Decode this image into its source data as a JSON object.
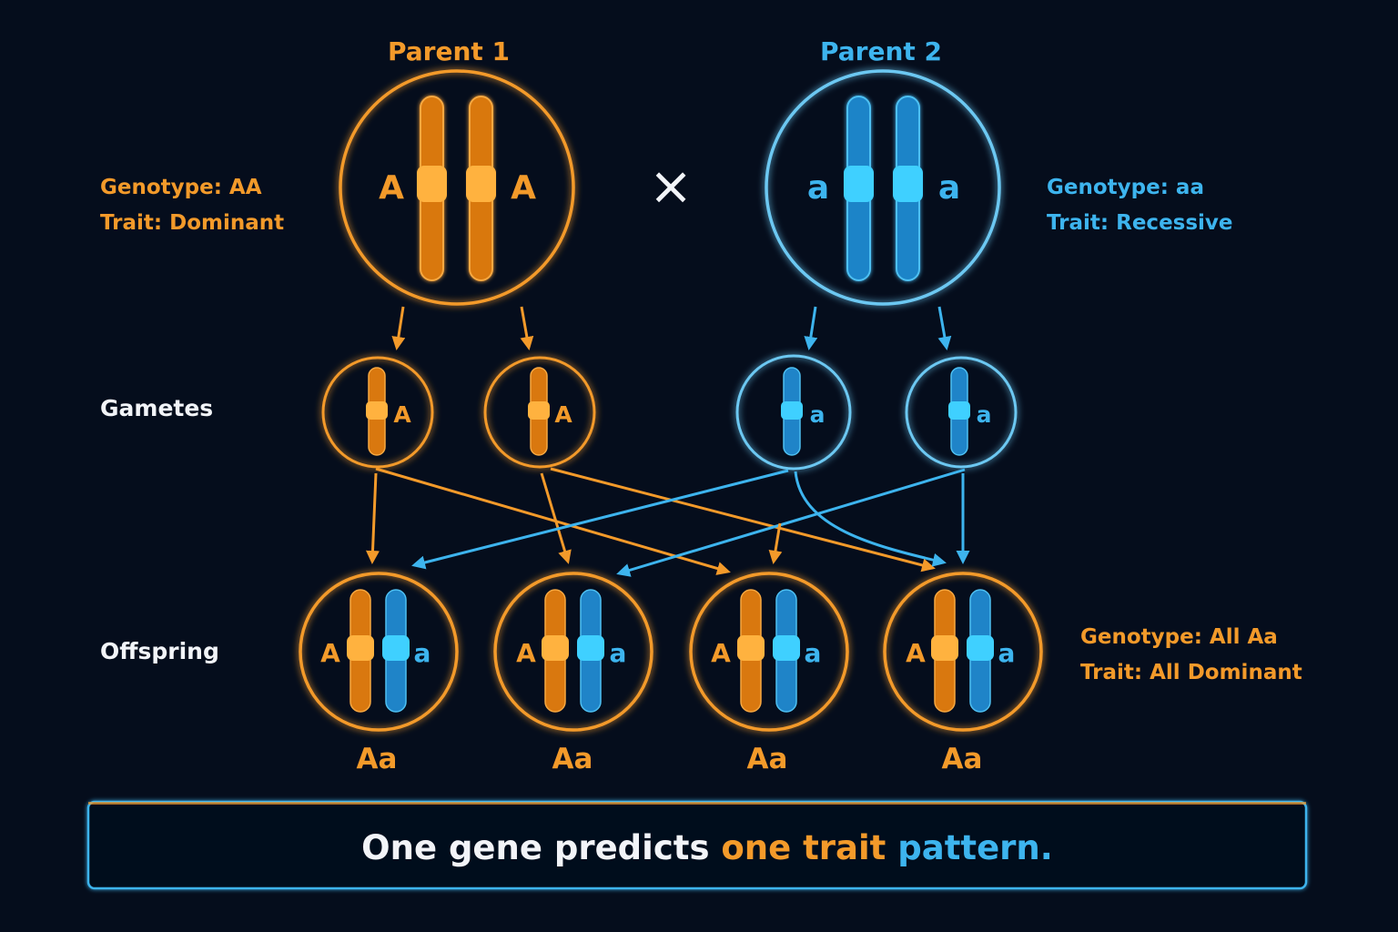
{
  "colors": {
    "background": "#050d1c",
    "dominant": "#f39a2a",
    "recessive": "#3db4ee",
    "label": "#f2f4f8"
  },
  "parent1": {
    "title": "Parent 1",
    "alleles": [
      "A",
      "A"
    ],
    "genotype_label": "Genotype:",
    "genotype": "AA",
    "trait_label": "Trait:",
    "trait": "Dominant"
  },
  "parent2": {
    "title": "Parent 2",
    "alleles": [
      "a",
      "a"
    ],
    "genotype_label": "Genotype:",
    "genotype": "aa",
    "trait_label": "Trait:",
    "trait": "Recessive"
  },
  "cross_symbol": "×",
  "rows": {
    "gametes": "Gametes",
    "offspring": "Offspring"
  },
  "gametes": [
    {
      "allele": "A",
      "parent": "parent1"
    },
    {
      "allele": "A",
      "parent": "parent1"
    },
    {
      "allele": "a",
      "parent": "parent2"
    },
    {
      "allele": "a",
      "parent": "parent2"
    }
  ],
  "offspring": [
    {
      "left": "A",
      "right": "a",
      "genotype": "Aa"
    },
    {
      "left": "A",
      "right": "a",
      "genotype": "Aa"
    },
    {
      "left": "A",
      "right": "a",
      "genotype": "Aa"
    },
    {
      "left": "A",
      "right": "a",
      "genotype": "Aa"
    }
  ],
  "offspring_summary": {
    "genotype_label": "Genotype:",
    "genotype": "All Aa",
    "trait_label": "Trait:",
    "trait": "All Dominant"
  },
  "banner": {
    "part1": "One gene predicts ",
    "part2": "one trait ",
    "part3": "pattern."
  }
}
